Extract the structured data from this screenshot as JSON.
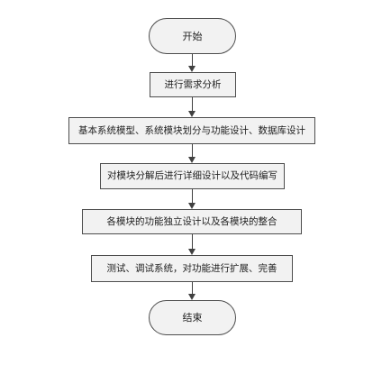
{
  "flowchart": {
    "start": "开始",
    "steps": [
      "进行需求分析",
      "基本系统模型、系统模块划分与功能设计、数据库设计",
      "对模块分解后进行详细设计以及代码编写",
      "各模块的功能独立设计以及各模块的整合",
      "测试、调试系统，对功能进行扩展、完善"
    ],
    "end": "结束"
  },
  "colors": {
    "border": "#4d4d4d",
    "fill": "#f2f2f2",
    "text": "#222222",
    "arrow": "#404040"
  }
}
